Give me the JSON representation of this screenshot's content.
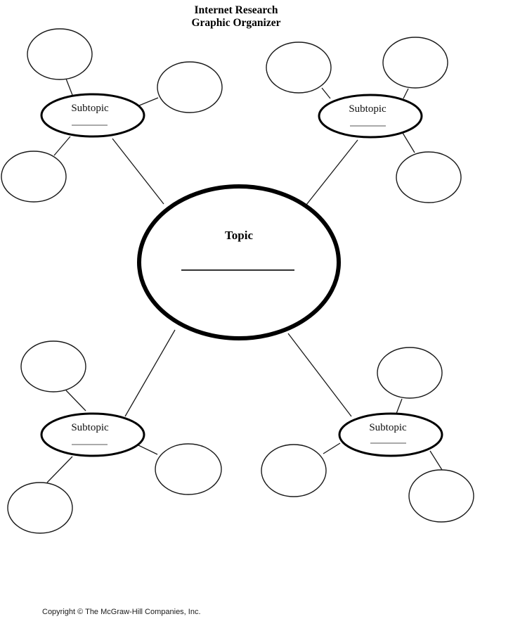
{
  "title": {
    "line1": "Internet Research",
    "line2": "Graphic Organizer"
  },
  "center": {
    "label": "Topic",
    "blank_value": ""
  },
  "clusters": [
    {
      "position": "top-left",
      "label": "Subtopic",
      "blank_value": "",
      "detail_oval_count": 3
    },
    {
      "position": "top-right",
      "label": "Subtopic",
      "blank_value": "",
      "detail_oval_count": 3
    },
    {
      "position": "bottom-left",
      "label": "Subtopic",
      "blank_value": "",
      "detail_oval_count": 3
    },
    {
      "position": "bottom-right",
      "label": "Subtopic",
      "blank_value": "",
      "detail_oval_count": 3
    }
  ],
  "footer": {
    "copyright": "Copyright © The McGraw-Hill Companies, Inc."
  },
  "colors": {
    "ink": "#000000",
    "underline_gray": "#777777",
    "background": "#ffffff"
  }
}
